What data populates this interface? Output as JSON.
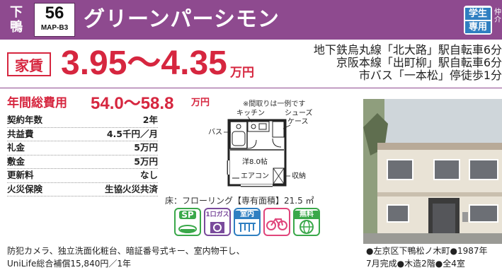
{
  "header": {
    "area_char_1": "下",
    "area_char_2": "鴨",
    "number": "56",
    "map_ref": "MAP-B3",
    "property_name": "グリーンパーシモン",
    "student_badge_1": "学生",
    "student_badge_2": "専用",
    "side_mark": "仲介"
  },
  "rent": {
    "label": "家賃",
    "value": "3.95〜4.35",
    "unit": "万円"
  },
  "access": [
    "地下鉄烏丸線「北大路」駅自転車6分",
    "京阪本線「出町柳」駅自転車6分",
    "市バス「一本松」停徒歩1分"
  ],
  "annual": {
    "label": "年間総費用",
    "value": "54.0〜58.8",
    "unit": "万円"
  },
  "terms": [
    {
      "label": "契約年数",
      "value": "2年"
    },
    {
      "label": "共益費",
      "value": "4.5千円／月"
    },
    {
      "label": "礼金",
      "value": "5万円"
    },
    {
      "label": "敷金",
      "value": "5万円"
    },
    {
      "label": "更新料",
      "value": "なし"
    },
    {
      "label": "火災保険",
      "value": "生協火災共済"
    }
  ],
  "floorplan": {
    "note": "※間取りは一例です",
    "kitchen": "キッチン",
    "shoes": "シューズ",
    "case": "ケース",
    "bath": "バス",
    "room": "洋8.0帖",
    "aircon": "エアコン",
    "storage": "収納",
    "spec": "床：フローリング【専有面積】21.5 ㎡"
  },
  "amenities": [
    {
      "name": "sp",
      "label": "SP",
      "color": "#3aa84a"
    },
    {
      "name": "gas",
      "label": "1口ガス",
      "color": "#7a4b9c"
    },
    {
      "name": "indoor-laundry",
      "label": "室内",
      "color": "#2f7fc1"
    },
    {
      "name": "bicycle",
      "label": "",
      "color": "#e0457b"
    },
    {
      "name": "free-internet",
      "label": "無料",
      "color": "#3aa84a"
    }
  ],
  "features": [
    "防犯カメラ、独立洗面化粧台、暗証番号式キー、室内物干し、",
    "UniLife総合補償15,840円／1年"
  ],
  "caption": [
    "●左京区下鴨松ノ木町●1987年",
    "7月完成●木造2階●全4室"
  ]
}
